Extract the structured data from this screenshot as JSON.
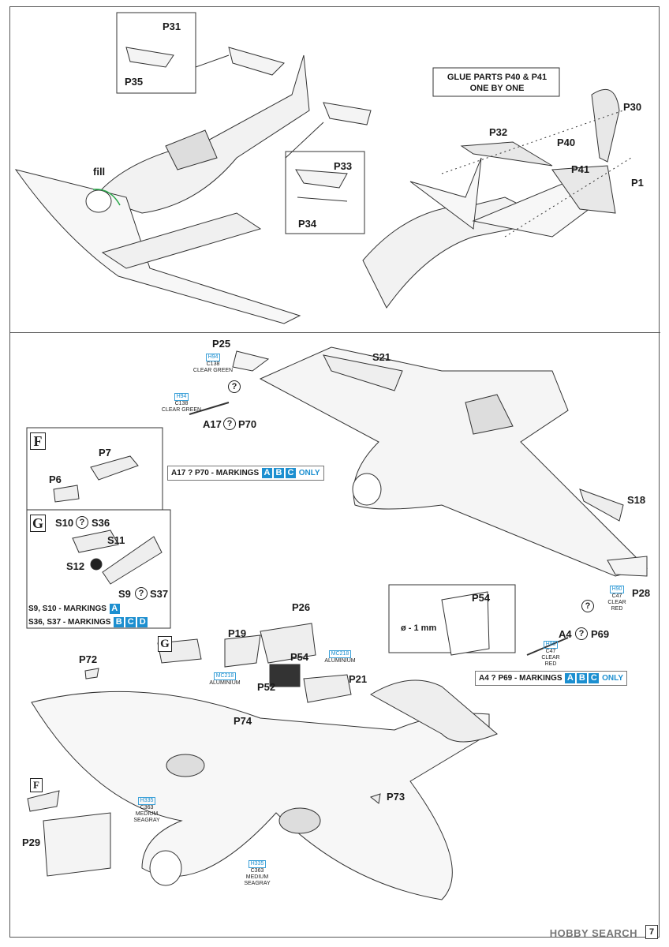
{
  "top": {
    "glue_note": "GLUE PARTS P40 & P41\nONE BY ONE",
    "fill_label": "fill",
    "parts": [
      "P31",
      "P35",
      "P33",
      "P34",
      "P30",
      "P32",
      "P40",
      "P41",
      "P1"
    ]
  },
  "middle": {
    "parts": [
      "P25",
      "S21",
      "P70",
      "A17",
      "P7",
      "P6",
      "S10",
      "S36",
      "S11",
      "S12",
      "S9",
      "S37",
      "S18",
      "P28",
      "P54",
      "A4",
      "P69"
    ],
    "paint_p25": {
      "code": "H94",
      "num": "C138",
      "name": "CLEAR GREEN"
    },
    "paint_a17": {
      "code": "H94",
      "num": "C138",
      "name": "CLEAR GREEN"
    },
    "paint_p28": {
      "code": "H90",
      "num": "C47",
      "name": "CLEAR RED"
    },
    "paint_a4": {
      "code": "H90",
      "num": "C47",
      "name": "CLEAR RED"
    },
    "note_a17": "A17 ? P70 - MARKINGS",
    "note_a4": "A4 ? P69 - MARKINGS",
    "only": "ONLY",
    "note_s9": "S9, S10 - MARKINGS",
    "note_s36": "S36, S37 - MARKINGS",
    "marking_letters": [
      "A",
      "B",
      "C",
      "D"
    ],
    "section_f": "F",
    "section_g": "G",
    "drill": "ø - 1 mm"
  },
  "bottom": {
    "parts": [
      "P26",
      "P19",
      "P54",
      "P21",
      "P52",
      "P72",
      "P74",
      "P73",
      "P29"
    ],
    "paint_mc218": {
      "code": "MC218",
      "name": "ALUMINIUM"
    },
    "paint_h335": {
      "code": "H335",
      "num": "C363",
      "name": "MEDIUM SEAGRAY"
    },
    "section_g": "G",
    "section_f": "F"
  },
  "footer": {
    "logo": "HOBBY SEARCH",
    "page": "7"
  }
}
